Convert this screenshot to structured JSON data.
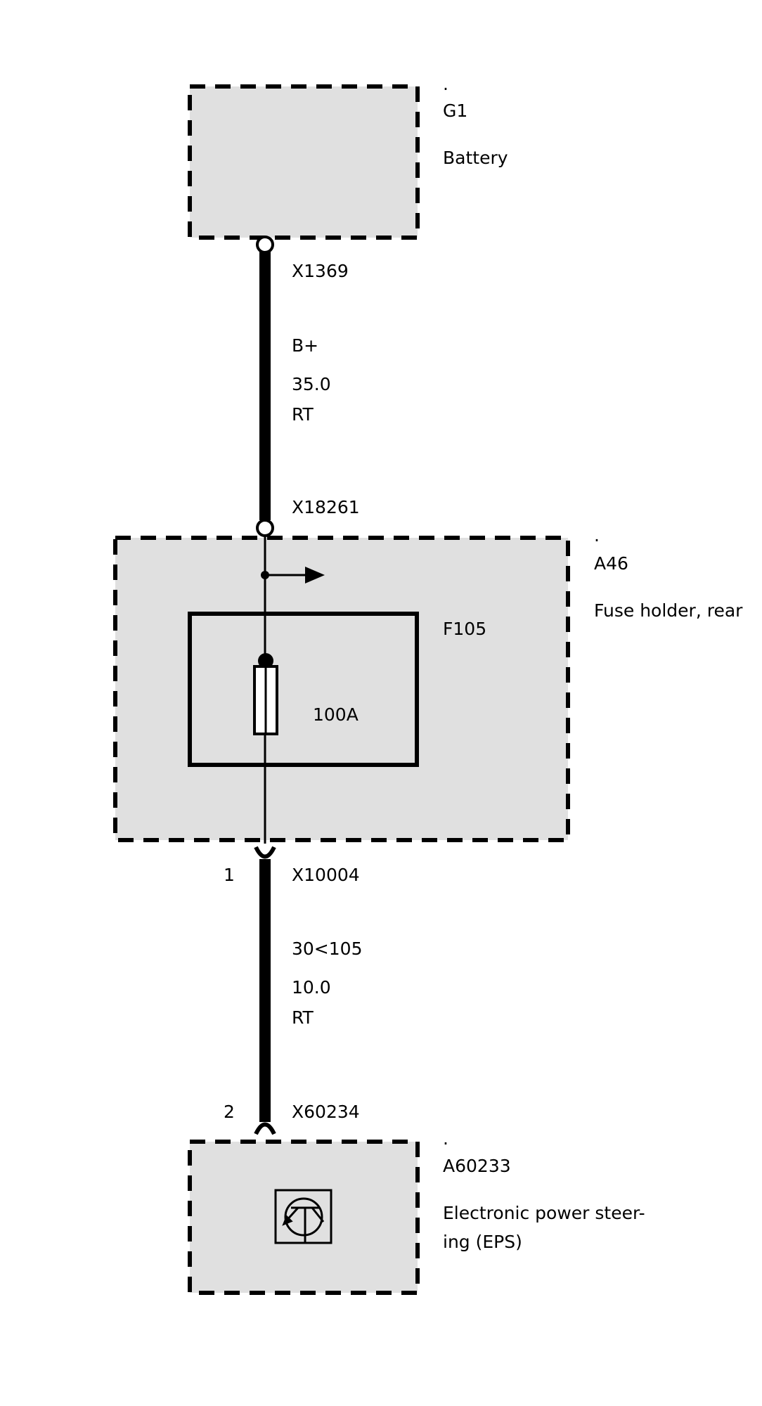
{
  "components": {
    "battery": {
      "dot": ".",
      "code": "G1",
      "name": "Battery"
    },
    "fuse_holder": {
      "dot": ".",
      "code": "A46",
      "name": "Fuse holder, rear"
    },
    "eps": {
      "dot": ".",
      "code": "A60233",
      "name_line1": "Electronic power steer-",
      "name_line2": "ing (EPS)"
    }
  },
  "fuse": {
    "code": "F105",
    "rating": "100A"
  },
  "connectors": {
    "top": "X1369",
    "fuse_in": "X18261",
    "fuse_out": "X10004",
    "eps_in": "X60234",
    "fuse_out_pin": "1",
    "eps_in_pin": "2"
  },
  "wires": {
    "w1": {
      "signal": "B+",
      "gauge": "35.0",
      "color": "RT"
    },
    "w2": {
      "signal": "30<105",
      "gauge": "10.0",
      "color": "RT"
    }
  },
  "colors": {
    "component_fill": "#e0e0e0",
    "line": "#000000"
  },
  "icons": {
    "eps_module": "transistor-icon",
    "branch_arrow": "arrow-right-icon",
    "fuse_symbol": "fuse-icon"
  }
}
